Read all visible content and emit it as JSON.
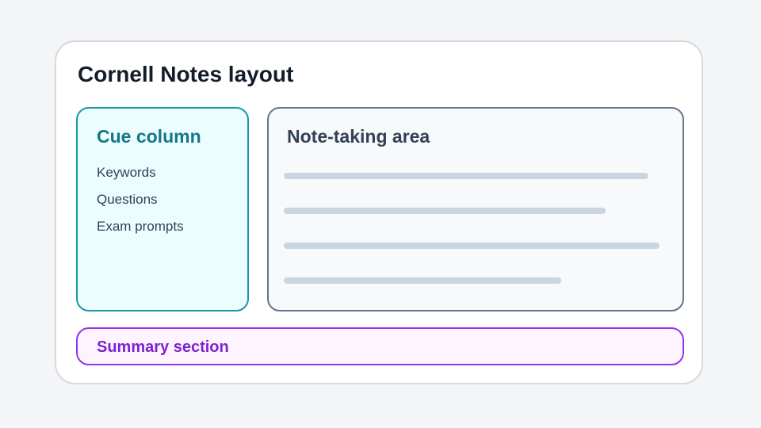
{
  "title": "Cornell Notes layout",
  "cue_column": {
    "heading": "Cue column",
    "items": [
      "Keywords",
      "Questions",
      "Exam prompts"
    ]
  },
  "note_area": {
    "heading": "Note-taking area"
  },
  "summary": {
    "heading": "Summary section"
  },
  "colors": {
    "cue_border": "#1797aa",
    "notes_border": "#64748b",
    "summary_border": "#9333ea"
  }
}
